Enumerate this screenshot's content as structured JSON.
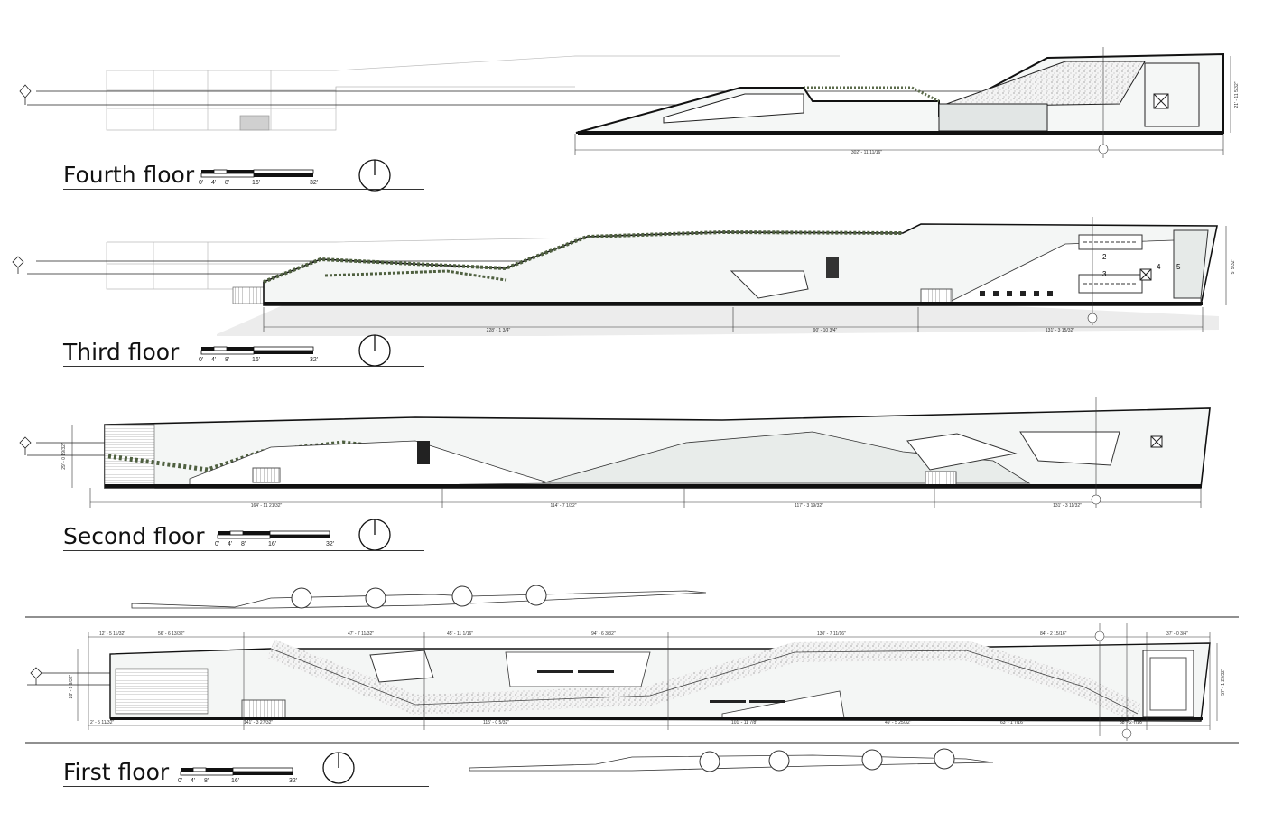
{
  "floors": [
    {
      "title": "Fourth floor",
      "scale_ticks": [
        "0'",
        "4'",
        "8'",
        "16'",
        "32'"
      ],
      "dimensions": [
        "302' - 11 11/16\""
      ],
      "side_dimension": "21' - 11 5/32\""
    },
    {
      "title": "Third floor",
      "scale_ticks": [
        "0'",
        "4'",
        "8'",
        "16'",
        "32'"
      ],
      "dimensions": [
        "228' - 1 3/4\"",
        "90' - 10 3/4\"",
        "131' - 3 15/32\""
      ],
      "side_dimension": "5' 5/32\""
    },
    {
      "title": "Second floor",
      "scale_ticks": [
        "0'",
        "4'",
        "8'",
        "16'",
        "32'"
      ],
      "dimensions": [
        "164' - 11 21/32\"",
        "114' - 7 1/32\"",
        "117' - 3 19/32\"",
        "131' - 3 11/32\""
      ],
      "side_dimension": "29' - 0 19/32\""
    },
    {
      "title": "First floor",
      "scale_ticks": [
        "0'",
        "4'",
        "8'",
        "16'",
        "32'"
      ],
      "dimensions_top": [
        "12' - 5 11/32\"",
        "56' - 6 13/32\"",
        "47' - 7 11/32\"",
        "45' - 11 1/16\"",
        "94' - 6 3/32\"",
        "130' - 7 11/16\"",
        "84' - 2 15/16\"",
        "37' - 0 3/4\""
      ],
      "dimensions_bottom": [
        "2' - 5 11/32\"",
        "141' - 3 27/32\"",
        "115' - 0 5/32\"",
        "101' - 11 7/8\"",
        "49' - 5 25/32\"",
        "63' - 1 7/16\"",
        "68' - 2 7/16\""
      ],
      "side_dimension": "28' - 9 9/32\"",
      "side_dimension_right": "57' - 1 29/32\""
    }
  ],
  "room_labels": {
    "third": [
      "2",
      "3",
      "4",
      "5"
    ],
    "second": [],
    "first": []
  },
  "colors": {
    "line": "#1a1a1a",
    "fill_light": "#e7eae9",
    "fill_gray": "#d8d8d8",
    "hatch": "#bdbdbd",
    "vegetation": "#5a6a4a",
    "shadow": "#ececec"
  }
}
